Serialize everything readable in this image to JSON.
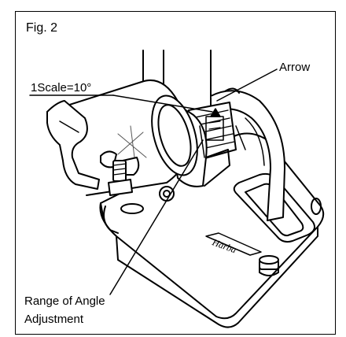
{
  "figure": {
    "label": "Fig. 2",
    "callouts": {
      "arrow": "Arrow",
      "scale": "1Scale=10°",
      "range_line1": "Range of Angle",
      "range_line2": "Adjustment"
    },
    "colors": {
      "line": "#000000",
      "background": "#ffffff",
      "shade": "#d9d9d9"
    }
  }
}
